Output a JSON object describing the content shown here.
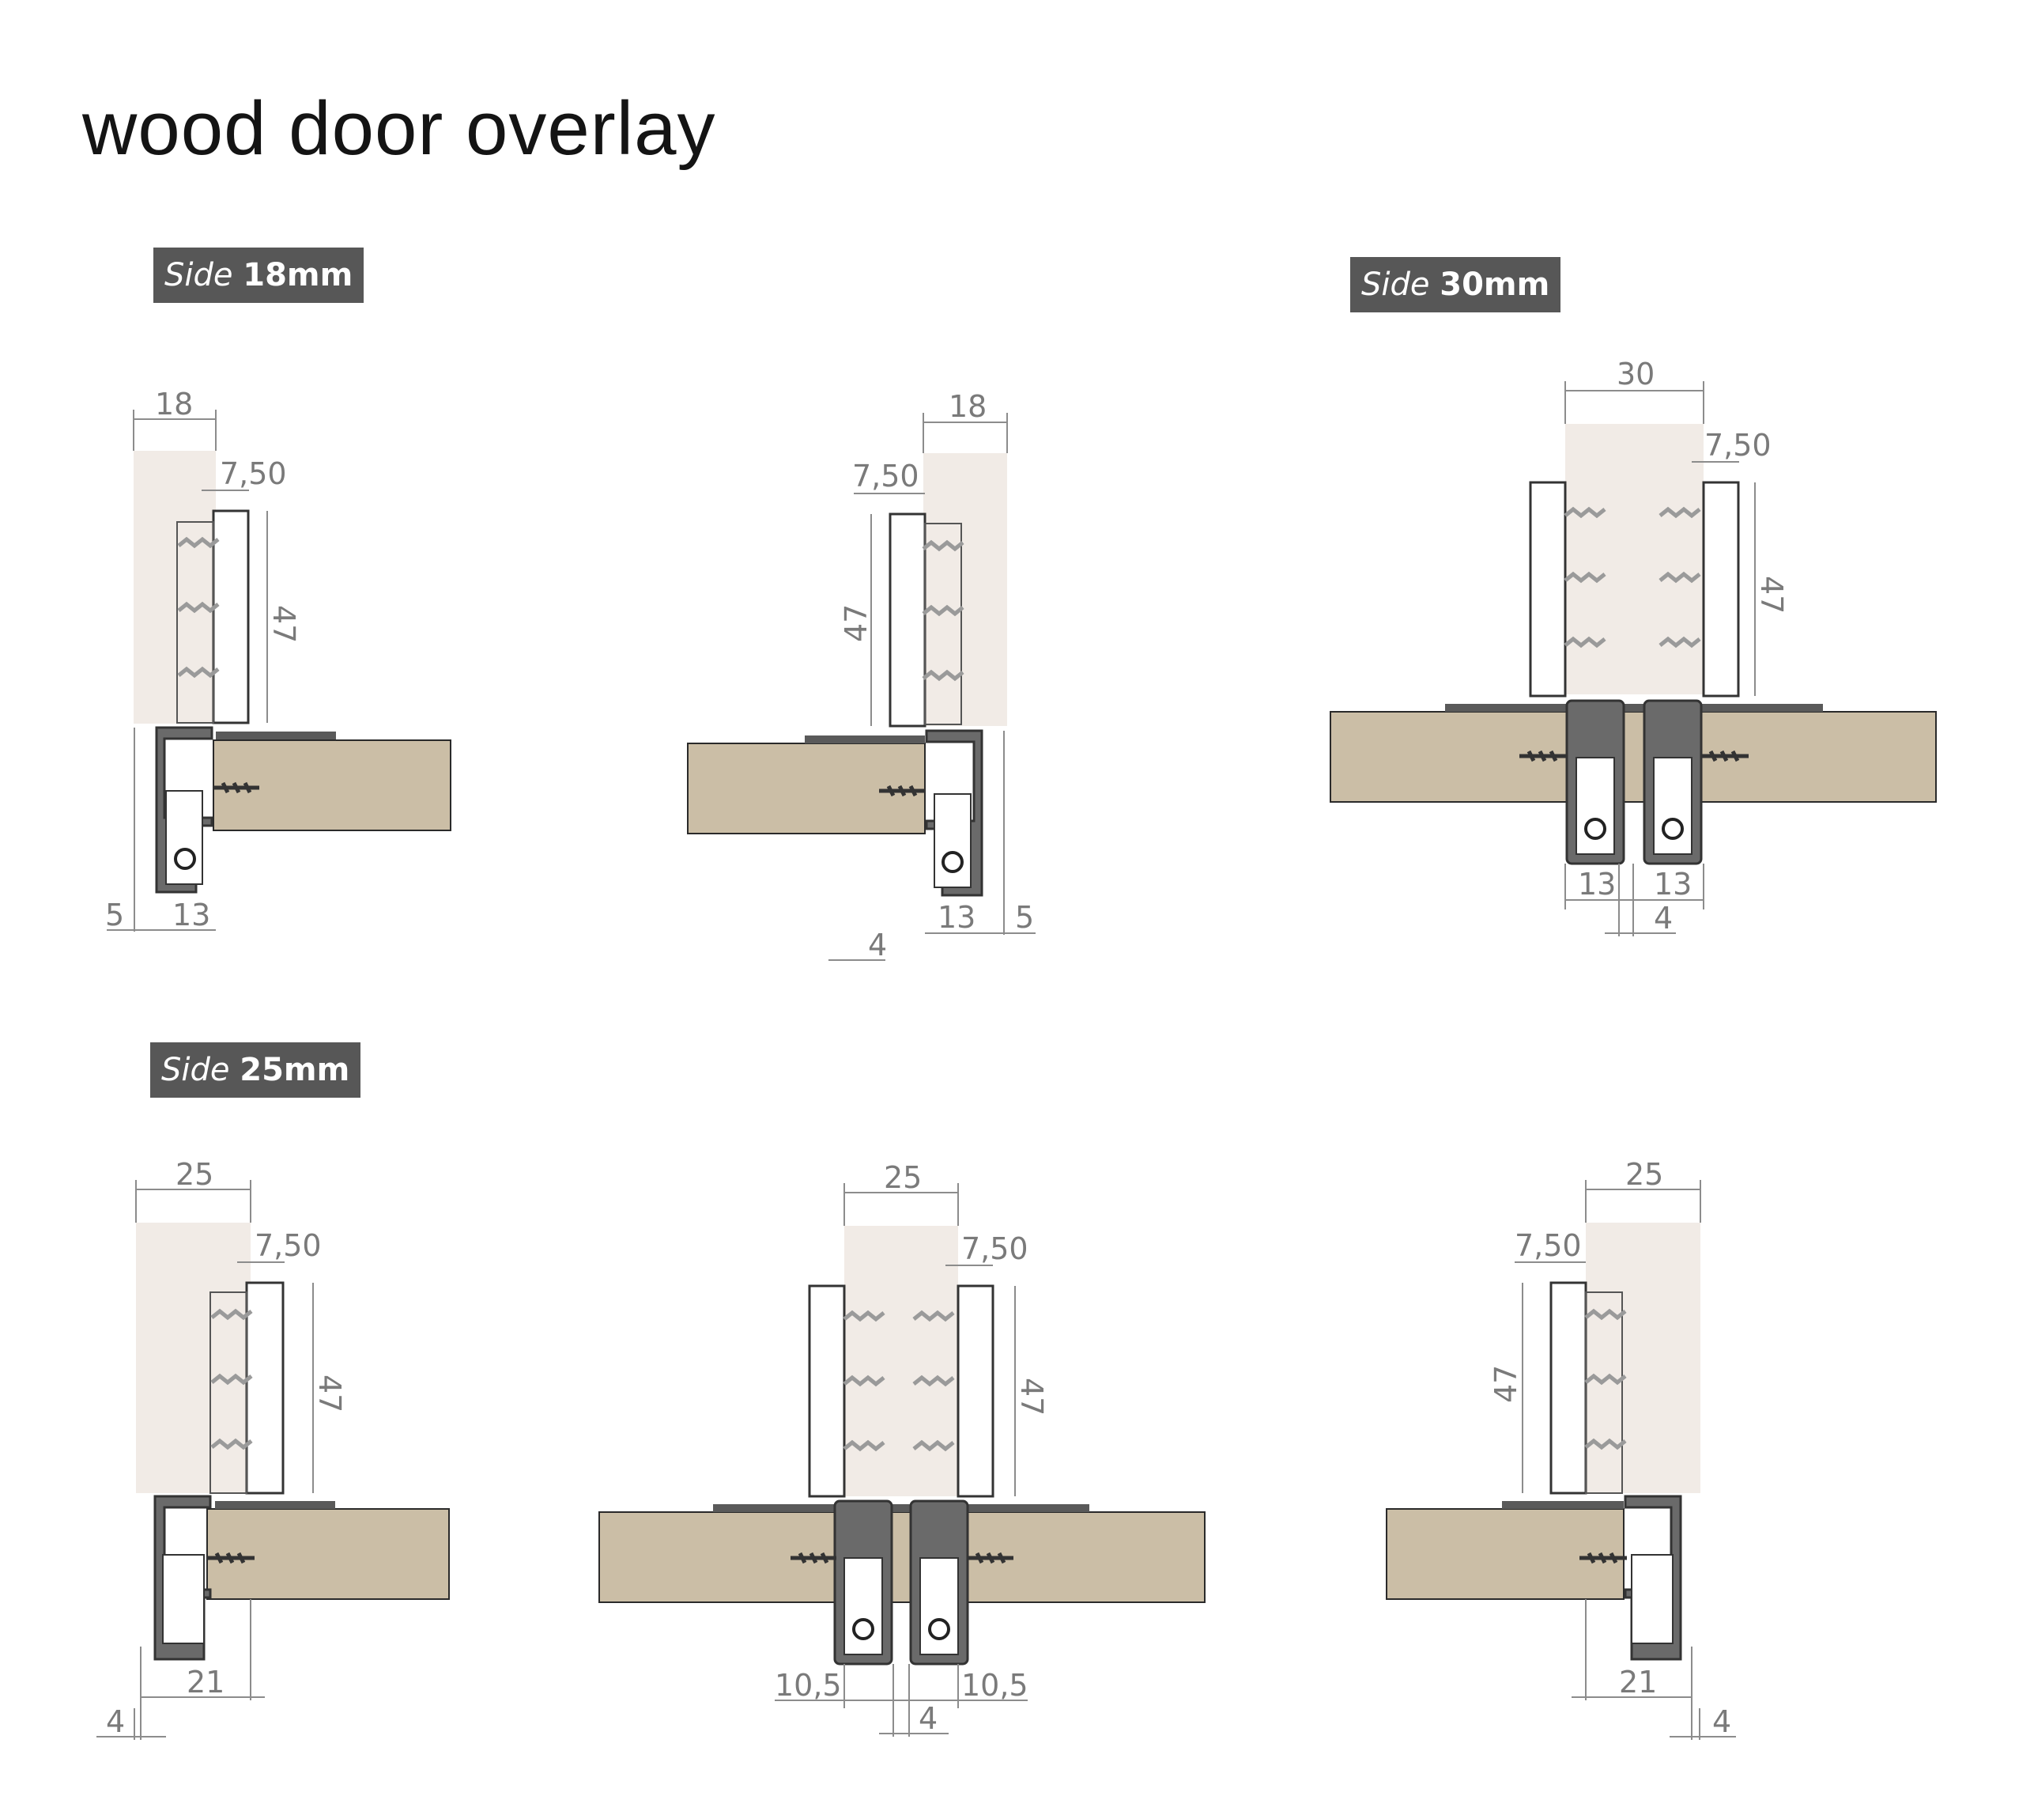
{
  "title": "wood door overlay",
  "sections": {
    "s18": {
      "word": "Side",
      "value": "18mm"
    },
    "s30": {
      "word": "Side",
      "value": "30mm"
    },
    "s25": {
      "word": "Side",
      "value": "25mm"
    }
  },
  "colors": {
    "door_panel": "#f1ebe6",
    "side_board": "#cbbea6",
    "profile": "#505050",
    "dimension": "#8c8c8c",
    "tag_background": "#575757"
  },
  "dims": {
    "d18a": {
      "width": "18",
      "offset": "7,50",
      "height": "47",
      "gap": "5",
      "profile": "13"
    },
    "d18b": {
      "width": "18",
      "offset": "7,50",
      "height": "47",
      "gap": "5",
      "profile": "13",
      "small": "4"
    },
    "d30": {
      "width": "30",
      "offset": "7,50",
      "height": "47",
      "profile_left": "13",
      "profile_right": "13",
      "gap": "4"
    },
    "d25a": {
      "width": "25",
      "offset": "7,50",
      "height": "47",
      "profile": "21",
      "gap": "4"
    },
    "d25b": {
      "width": "25",
      "offset": "7,50",
      "height": "47",
      "profile_left": "10,5",
      "profile_right": "10,5",
      "gap": "4"
    },
    "d25c": {
      "width": "25",
      "offset": "7,50",
      "height": "47",
      "profile": "21",
      "gap": "4"
    }
  }
}
